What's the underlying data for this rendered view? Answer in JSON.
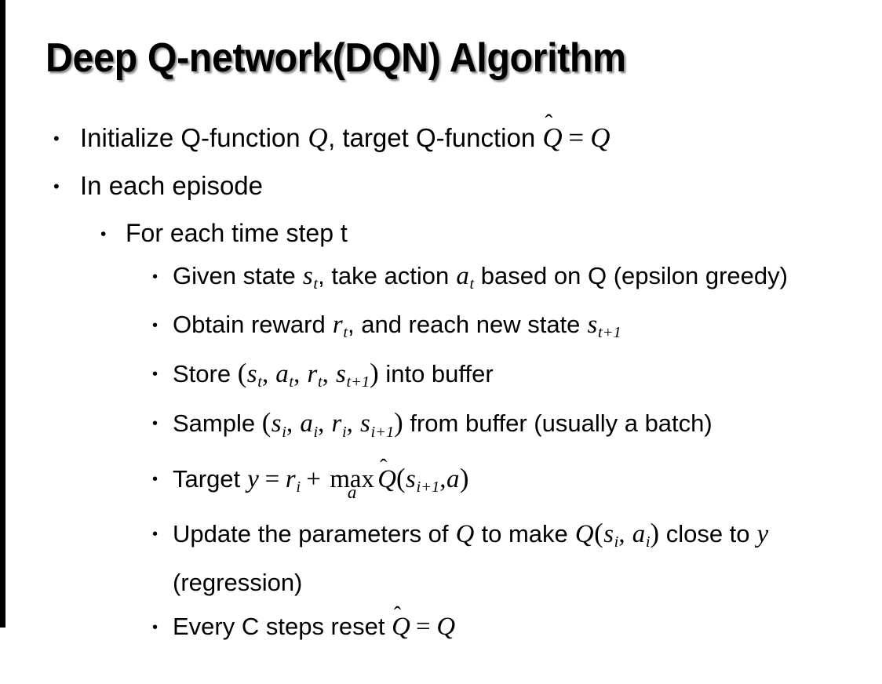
{
  "slide": {
    "title": "Deep Q-network(DQN) Algorithm",
    "background_color": "#ffffff",
    "text_color": "#000000",
    "left_rule_color": "#000000",
    "bullet_glyph": "•"
  },
  "bullets": {
    "b1": {
      "level": 1,
      "text_1": "Initialize Q-function ",
      "math_q1": "Q",
      "text_2": ", target Q-function ",
      "math_qhat": "Q",
      "math_hat": "̂",
      "math_eq": "=",
      "math_q2": "Q",
      "plain_text": "Initialize Q-function Q, target Q-function Q̂ = Q"
    },
    "b2": {
      "level": 1,
      "text_1": "In each episode",
      "plain_text": "In each episode"
    },
    "b3": {
      "level": 2,
      "text_1": "For each time step t",
      "plain_text": "For each time step t"
    },
    "b4": {
      "level": 3,
      "text_1": "Given state ",
      "var_s": "s",
      "sub_t": "t",
      "text_2": ", take action ",
      "var_a": "a",
      "sub_t2": "t",
      "text_3": " based on Q (epsilon greedy)",
      "plain_text": "Given state sₜ, take action aₜ based on Q (epsilon greedy)"
    },
    "b5": {
      "level": 3,
      "text_1": "Obtain reward ",
      "var_r": "r",
      "sub_t": "t",
      "text_2": ", and reach new state ",
      "var_s": "s",
      "sub_t1": "t+1",
      "plain_text": "Obtain reward rₜ, and reach new state sₜ₊₁"
    },
    "b6": {
      "level": 3,
      "text_1": "Store ",
      "paren_open": "(",
      "var_s1": "s",
      "sub_t1": "t",
      "comma1": ",",
      "var_a": "a",
      "sub_t2": "t",
      "comma2": ",",
      "var_r": "r",
      "sub_t3": "t",
      "comma3": ",",
      "var_s2": "s",
      "sub_t4": "t+1",
      "paren_close": ")",
      "text_2": " into buffer",
      "plain_text": "Store (sₜ, aₜ, rₜ, sₜ₊₁) into buffer"
    },
    "b7": {
      "level": 3,
      "text_1": "Sample ",
      "paren_open": "(",
      "var_s1": "s",
      "sub_i1": "i",
      "comma1": ",",
      "var_a": "a",
      "sub_i2": "i",
      "comma2": ",",
      "var_r": "r",
      "sub_i3": "i",
      "comma3": ",",
      "var_s2": "s",
      "sub_i4": "i+1",
      "paren_close": ")",
      "text_2": " from buffer (usually a batch)",
      "plain_text": "Sample (sᵢ, aᵢ, rᵢ, sᵢ₊₁) from buffer (usually a batch)"
    },
    "b8": {
      "level": 3,
      "text_1": "Target ",
      "var_y": "y",
      "eq": "=",
      "var_r": "r",
      "sub_i": "i",
      "plus": "+",
      "op_max": "max",
      "op_under": "a",
      "qhat": "Q",
      "hat": "̂",
      "paren_open": "(",
      "var_s": "s",
      "sub_i1": "i+1",
      "comma": ",",
      "var_a": "a",
      "paren_close": ")",
      "plain_text": "Target y = rᵢ + max_a Q̂(sᵢ₊₁, a)"
    },
    "b9": {
      "level": 3,
      "text_1": "Update the parameters of ",
      "var_q1": "Q",
      "text_2": " to make ",
      "var_q2": "Q",
      "paren_open": "(",
      "var_s": "s",
      "sub_i1": "i",
      "comma": ",",
      "var_a": "a",
      "sub_i2": "i",
      "paren_close": ")",
      "text_3": " close to ",
      "var_y": "y",
      "text_4": " (regression)",
      "plain_text": "Update the parameters of Q to make Q(sᵢ, aᵢ) close to y (regression)"
    },
    "b10": {
      "level": 3,
      "text_1": "Every C steps reset ",
      "qhat": "Q",
      "hat": "̂",
      "eq": "=",
      "var_q": "Q",
      "plain_text": "Every C steps reset Q̂ = Q"
    }
  }
}
